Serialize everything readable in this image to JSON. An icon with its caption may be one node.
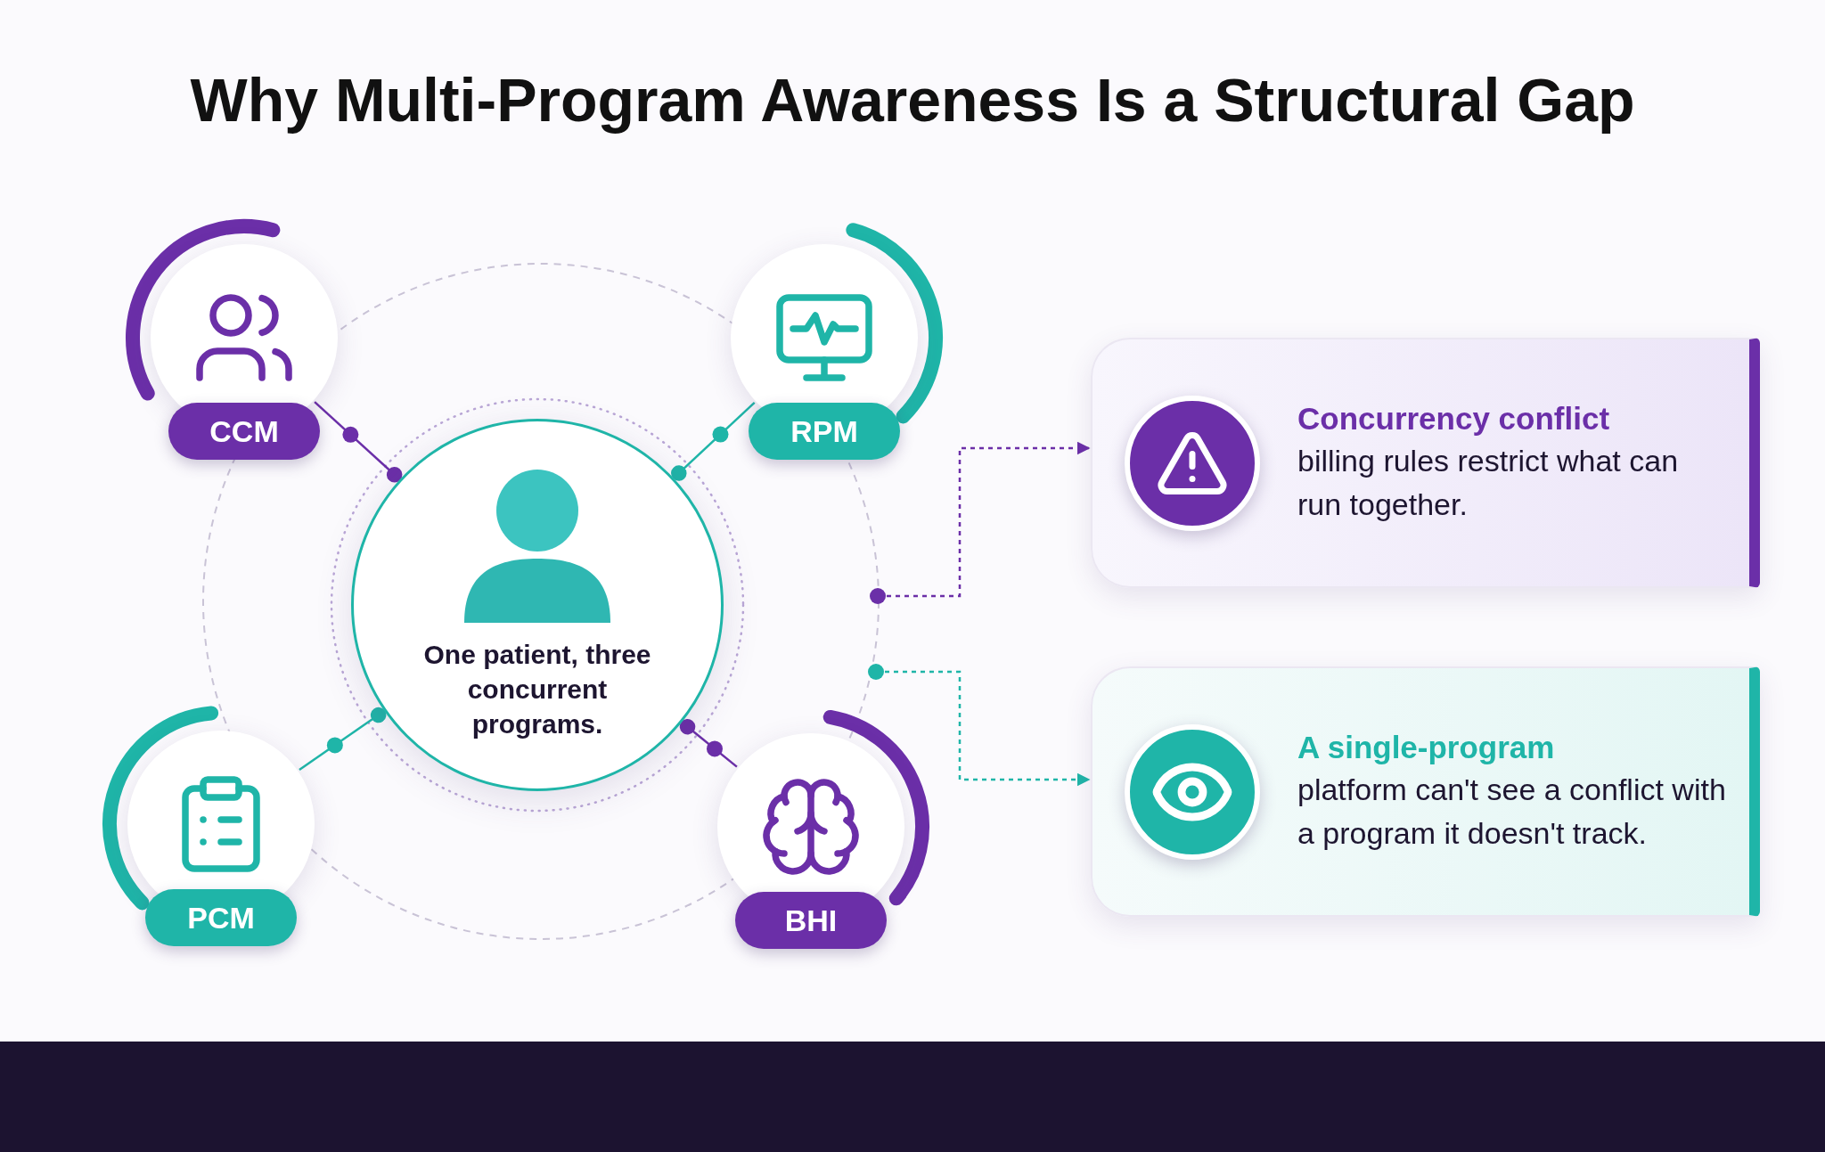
{
  "diagram": {
    "title": "Why Multi-Program Awareness Is a Structural Gap",
    "nodes": [
      {
        "text": [
          "One patient, three concurrent programs."
        ]
      },
      {
        "text": [
          "CCM"
        ]
      },
      {
        "text": [
          "RPM"
        ]
      },
      {
        "text": [
          "PCM"
        ]
      },
      {
        "text": [
          "BHI"
        ]
      },
      {
        "text": [
          "Concurrency conflict",
          "billing rules restrict what can run together."
        ]
      },
      {
        "text": [
          "A single-program",
          "platform can't see a conflict with a program it doesn't track."
        ]
      }
    ],
    "edges": [
      {
        "from": 0,
        "to": 1,
        "arrow": "other",
        "color": "#6b2fa8"
      },
      {
        "from": 0,
        "to": 2,
        "arrow": "other",
        "color": "#1fb5a8"
      },
      {
        "from": 0,
        "to": 3,
        "arrow": "other",
        "color": "#1fb5a8"
      },
      {
        "from": 0,
        "to": 4,
        "arrow": "other",
        "color": "#6b2fa8"
      },
      {
        "from": null,
        "to": 5,
        "arrow": "to",
        "style": "dashed",
        "color": "#6b2fa8"
      },
      {
        "from": null,
        "to": 6,
        "arrow": "to",
        "style": "dashed",
        "color": "#1fb5a8"
      }
    ]
  }
}
